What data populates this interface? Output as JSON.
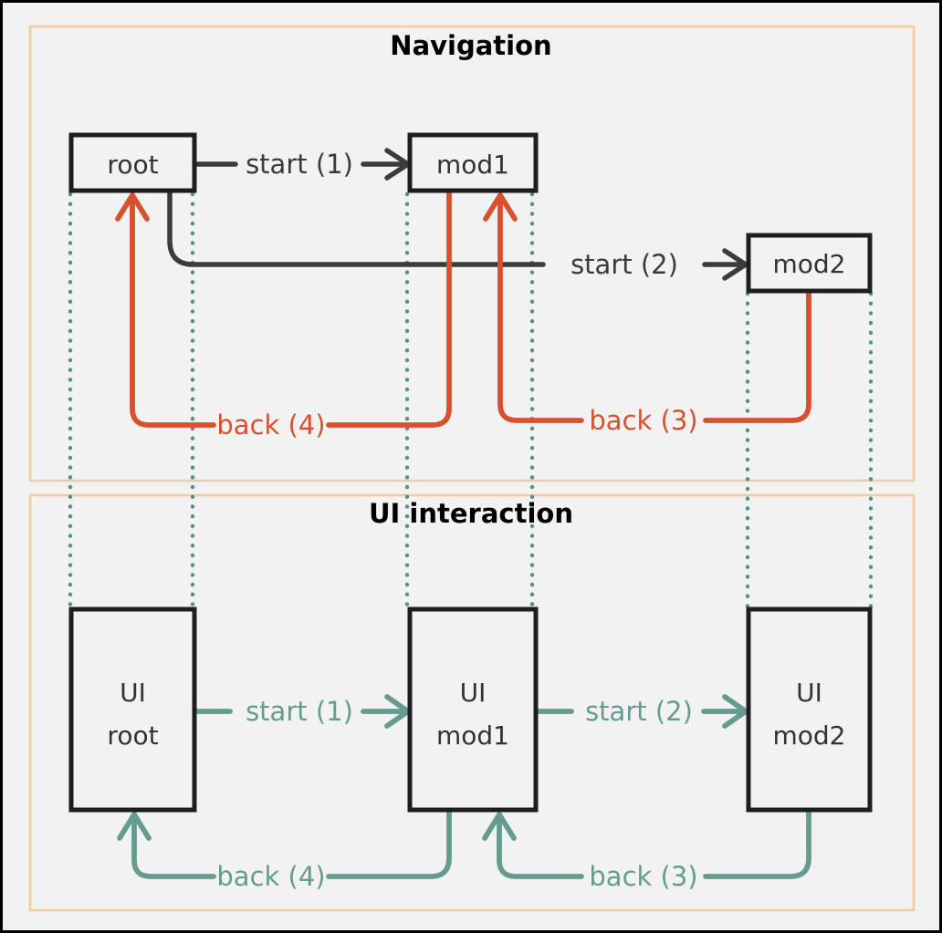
{
  "colors": {
    "background": "#f2f2f2",
    "outer_border": "#000000",
    "panel_border": "#f2cba4",
    "box_border": "#1e1e1e",
    "box_fill": "#f2f2f2",
    "dark_arrow": "#3b3b3b",
    "back_arrow_red": "#d8512f",
    "ui_arrow_teal": "#669c8f",
    "dotted_link_teal": "#559185",
    "box_text": "#333333"
  },
  "navigation_panel": {
    "title": "Navigation",
    "boxes": {
      "root": "root",
      "mod1": "mod1",
      "mod2": "mod2"
    },
    "arrows": {
      "start1": "start (1)",
      "start2": "start (2)",
      "back3": "back (3)",
      "back4": "back (4)"
    }
  },
  "ui_panel": {
    "title": "UI interaction",
    "boxes": {
      "root": {
        "line1": "UI",
        "line2": "root"
      },
      "mod1": {
        "line1": "UI",
        "line2": "mod1"
      },
      "mod2": {
        "line1": "UI",
        "line2": "mod2"
      }
    },
    "arrows": {
      "start1": "start (1)",
      "start2": "start (2)",
      "back3": "back (3)",
      "back4": "back (4)"
    }
  }
}
